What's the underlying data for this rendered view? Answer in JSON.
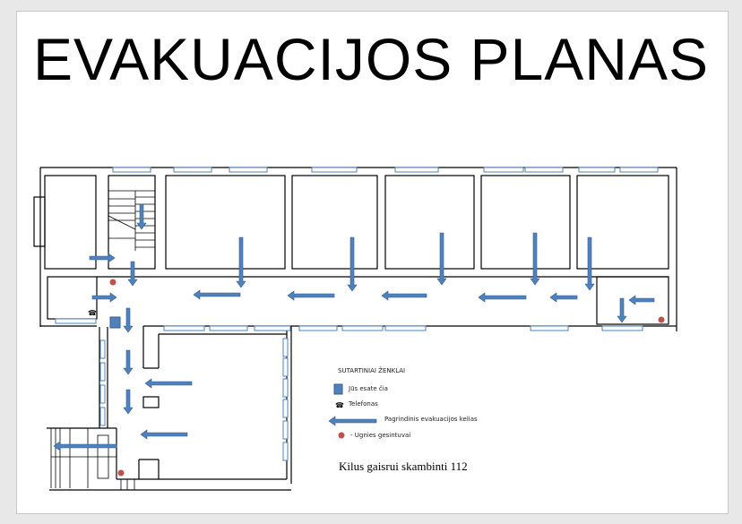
{
  "title": "EVAKUACIJOS PLANAS",
  "legend": {
    "heading": "SUTARTINIAI ŽENKLAI",
    "you_are_here": "Jūs esate čia",
    "phone": "Telefonas",
    "main_route": "Pagrindinis evakuacijos kelias",
    "extinguishers": "-  Ugnies gesintuvai"
  },
  "emergency_note": "Kilus gaisrui skambinti 112",
  "colors": {
    "arrow": "#4f81bd",
    "arrow_stroke": "#385d8a",
    "extinguisher": "#c0504d",
    "window": "#4f81bd"
  }
}
